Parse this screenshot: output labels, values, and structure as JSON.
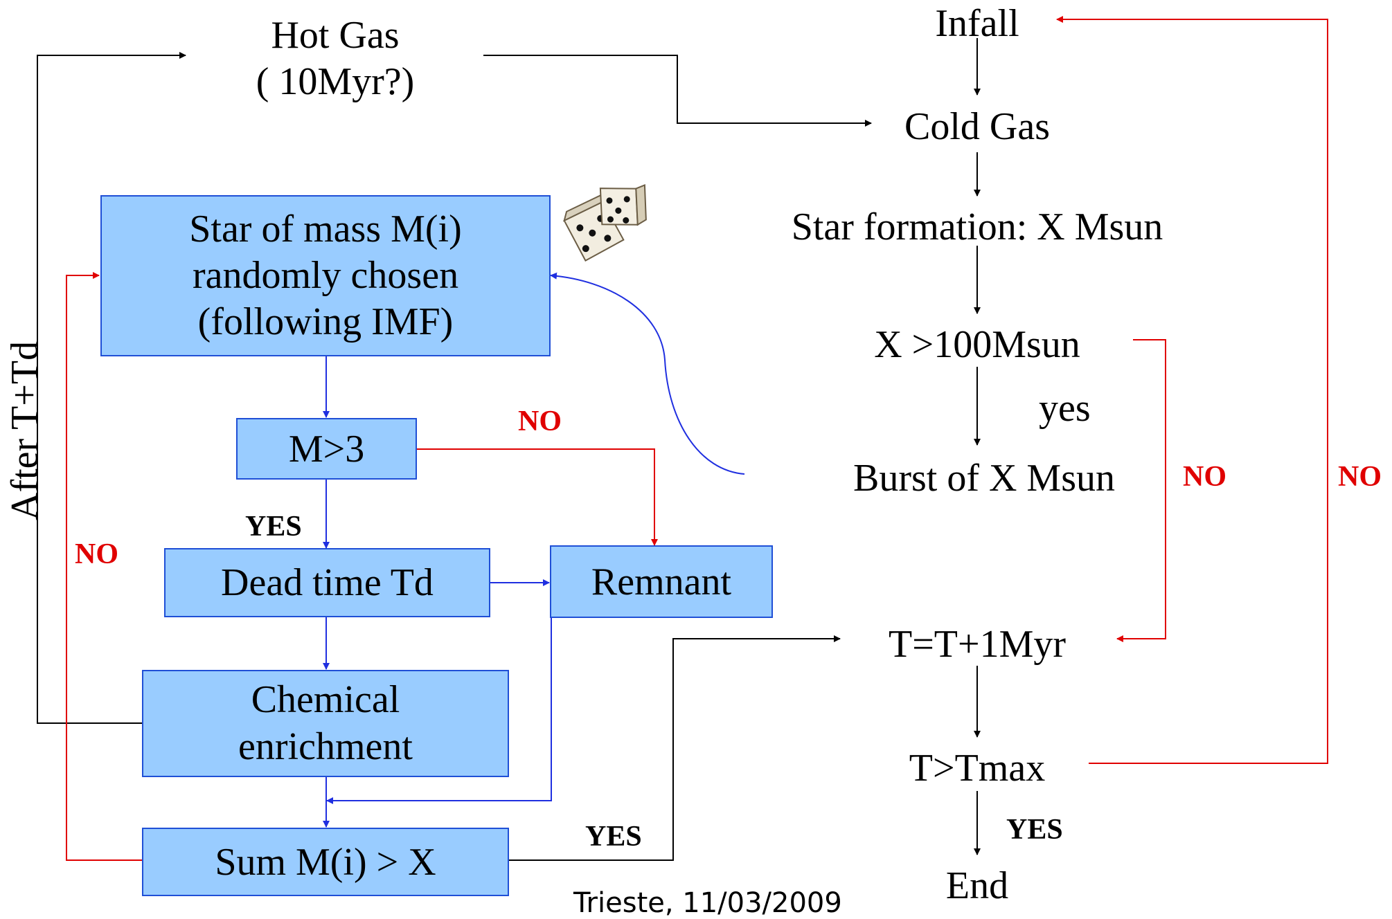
{
  "left_flow": {
    "hot_gas": [
      "Hot Gas",
      "( 10Myr?)"
    ],
    "star_box": [
      "Star of mass M(i)",
      "randomly chosen",
      "(following IMF)"
    ],
    "m3_box": "M>3",
    "dead_time_box": "Dead time Td",
    "remnant_box": "Remnant",
    "chemical_box": [
      "Chemical",
      "enrichment"
    ],
    "sum_box": "Sum M(i) > X",
    "after_label": "After T+Td"
  },
  "right_flow": {
    "infall": "Infall",
    "cold_gas": "Cold Gas",
    "star_formation": "Star formation: X Msun",
    "x_check": "X >100Msun",
    "yes_label": "yes",
    "burst": "Burst of X Msun",
    "t_update": "T=T+1Myr",
    "t_check": "T>Tmax",
    "end": "End"
  },
  "edge_labels": {
    "no_m3": "NO",
    "yes_m3": "YES",
    "no_left": "NO",
    "yes_sum": "YES",
    "no_x": "NO",
    "no_right": "NO",
    "yes_tmax": "YES"
  },
  "footer": "Trieste, 11/03/2009",
  "colors": {
    "box_fill": "#99ccff",
    "box_border": "#1f4fd6",
    "blue_arrow": "#1f2fe0",
    "red_arrow": "#e00000",
    "black_arrow": "#000000"
  },
  "icons": {
    "dice": "dice-icon"
  }
}
